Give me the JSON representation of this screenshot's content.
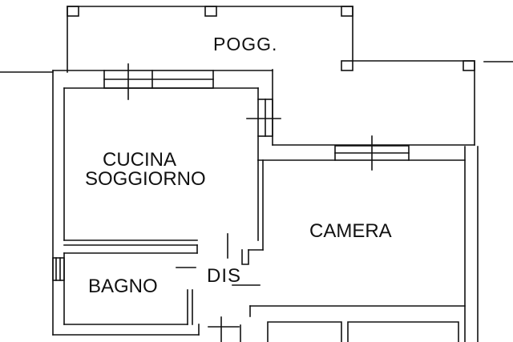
{
  "rooms": {
    "balcony": "POGG.",
    "kitchen_line1": "CUCINA",
    "kitchen_line2": "SOGGIORNO",
    "bedroom": "CAMERA",
    "bathroom": "BAGNO",
    "hallway": "DIS"
  },
  "colors": {
    "wall": "#111111",
    "background": "#ffffff"
  }
}
